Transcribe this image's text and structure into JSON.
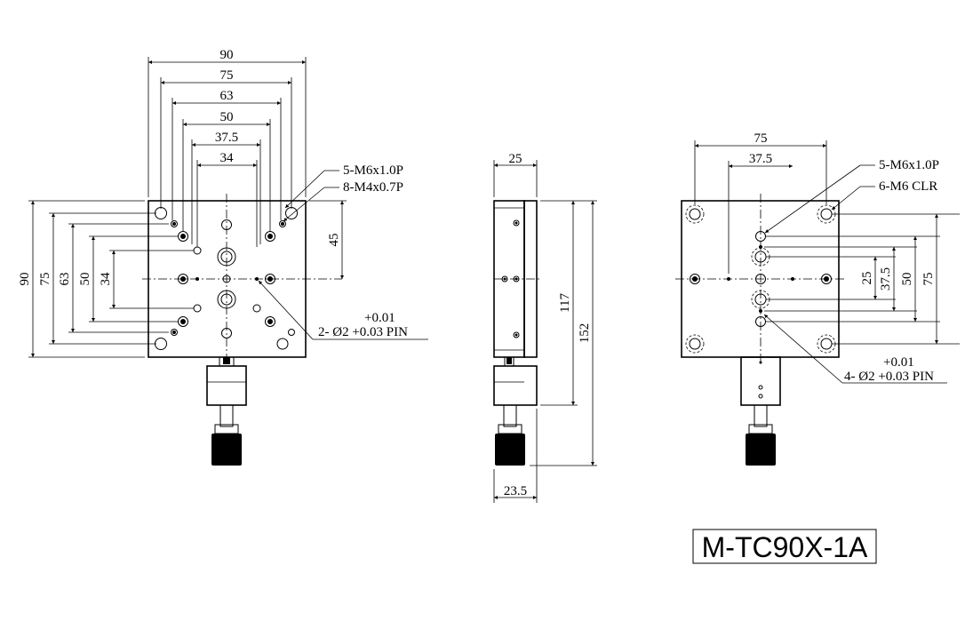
{
  "top_view": {
    "dims_horizontal": [
      "90",
      "75",
      "63",
      "50",
      "37.5",
      "34"
    ],
    "dims_vertical": [
      "90",
      "75",
      "63",
      "50",
      "34"
    ],
    "dim_45": "45",
    "callout_m6": "5-M6x1.0P",
    "callout_m4": "8-M4x0.7P",
    "pin_tol": "+0.01",
    "pin_label": "2- Ø2 +0.03 PIN"
  },
  "side_view": {
    "dim_25": "25",
    "dim_117": "117",
    "dim_152": "152",
    "dim_23_5": "23.5"
  },
  "bottom_view": {
    "dim_75_top": "75",
    "dim_37_5_top": "37.5",
    "callout_m6": "5-M6x1.0P",
    "callout_clr": "6-M6 CLR",
    "dims_vertical": [
      "25",
      "37.5",
      "50",
      "75"
    ],
    "pin_tol": "+0.01",
    "pin_label": "4- Ø2 +0.03 PIN"
  },
  "model": {
    "name": "M-TC90X-1A"
  }
}
